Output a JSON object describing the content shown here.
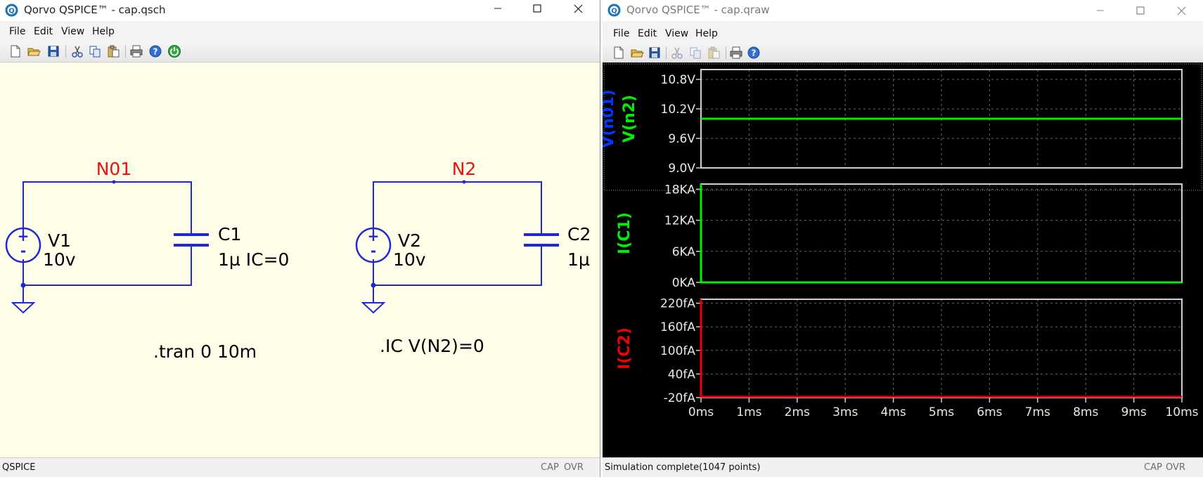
{
  "schematic_window": {
    "title": "Qorvo QSPICE™ - cap.qsch",
    "menu": [
      "File",
      "Edit",
      "View",
      "Help"
    ],
    "toolbar_icons": [
      "new-icon",
      "open-icon",
      "save-icon",
      "cut-icon",
      "copy-icon",
      "paste-icon",
      "print-icon",
      "help-icon",
      "run-icon"
    ],
    "status": {
      "text": "QSPICE",
      "cap": "CAP",
      "ovr": "OVR"
    },
    "circuit": {
      "net_labels": [
        "N01",
        "N2"
      ],
      "sources": [
        {
          "name": "V1",
          "value": "10v"
        },
        {
          "name": "V2",
          "value": "10v"
        }
      ],
      "capacitors": [
        {
          "name": "C1",
          "value": "1µ IC=0"
        },
        {
          "name": "C2",
          "value": "1µ"
        }
      ],
      "directives": [
        ".tran 0 10m",
        ".IC V(N2)=0"
      ]
    }
  },
  "waveform_window": {
    "title": "Qorvo QSPICE™ - cap.qraw",
    "menu": [
      "File",
      "Edit",
      "View",
      "Help"
    ],
    "toolbar_icons": [
      "new-icon",
      "open-icon",
      "save-icon",
      "cut-icon",
      "copy-icon",
      "paste-icon",
      "print-icon",
      "help-icon"
    ],
    "status": {
      "text": "Simulation complete(1047 points)",
      "cap": "CAP",
      "ovr": "OVR"
    },
    "chart_data": [
      {
        "type": "line",
        "series": [
          {
            "name": "V(n01)",
            "color": "#0038ff",
            "x": [
              0,
              10
            ],
            "y": [
              10.0,
              10.0
            ]
          },
          {
            "name": "V(n2)",
            "color": "#00ee00",
            "x": [
              0,
              10
            ],
            "y": [
              10.0,
              10.0
            ]
          }
        ],
        "ylim": [
          9.0,
          11.0
        ],
        "yticks": [
          "10.8V",
          "10.2V",
          "9.6V",
          "9.0V"
        ],
        "xlim": [
          0,
          10
        ],
        "grid": true
      },
      {
        "type": "line",
        "series": [
          {
            "name": "I(C1)",
            "color": "#00ee00",
            "x": [
              0,
              0,
              0.001,
              10
            ],
            "y": [
              0,
              19,
              0,
              0
            ]
          }
        ],
        "ylim": [
          0,
          19
        ],
        "yticks": [
          "18KA",
          "12KA",
          "6KA",
          "0KA"
        ],
        "xlim": [
          0,
          10
        ],
        "grid": true
      },
      {
        "type": "line",
        "series": [
          {
            "name": "I(C2)",
            "color": "#ee0000",
            "x": [
              0,
              0,
              0.001,
              10
            ],
            "y": [
              -20,
              230,
              -18,
              -18
            ]
          }
        ],
        "ylim": [
          -20,
          230
        ],
        "yticks": [
          "220fA",
          "160fA",
          "100fA",
          "40fA",
          "-20fA"
        ],
        "xlim": [
          0,
          10
        ],
        "xticks": [
          "0ms",
          "1ms",
          "2ms",
          "3ms",
          "4ms",
          "5ms",
          "6ms",
          "7ms",
          "8ms",
          "9ms",
          "10ms"
        ],
        "grid": true
      }
    ]
  }
}
